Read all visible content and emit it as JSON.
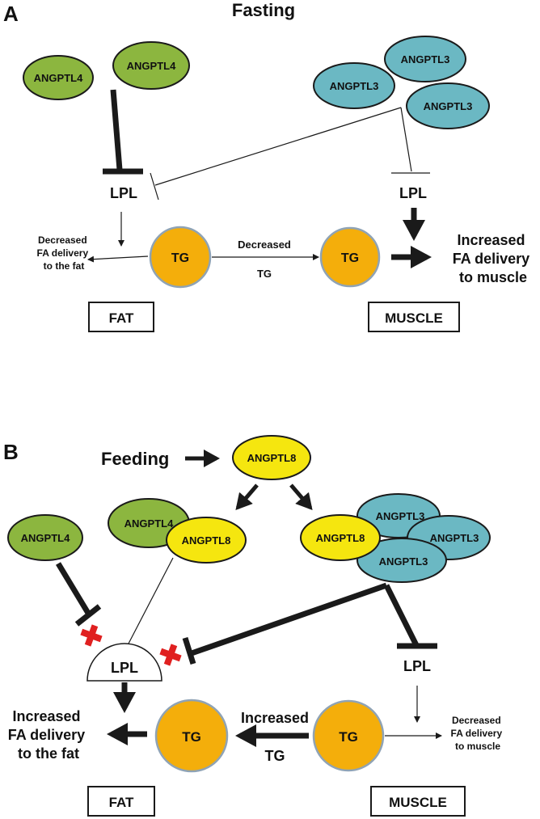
{
  "panel_a": {
    "panel_letter": "A",
    "title": "Fasting",
    "angptl4_1": "ANGPTL4",
    "angptl4_2": "ANGPTL4",
    "angptl3_1": "ANGPTL3",
    "angptl3_2": "ANGPTL3",
    "angptl3_3": "ANGPTL3",
    "lpl_fat": "LPL",
    "lpl_muscle": "LPL",
    "tg_fat": "TG",
    "tg_muscle": "TG",
    "decreased_tg_line1": "Decreased",
    "decreased_tg_line2": "TG",
    "fat_delivery": [
      "Decreased",
      "FA delivery",
      "to the fat"
    ],
    "muscle_delivery": [
      "Increased",
      "FA delivery",
      "to muscle"
    ],
    "fat_box": "FAT",
    "muscle_box": "MUSCLE"
  },
  "panel_b": {
    "panel_letter": "B",
    "feeding": "Feeding",
    "angptl8_top": "ANGPTL8",
    "angptl4_solo": "ANGPTL4",
    "angptl4_complex": "ANGPTL4",
    "angptl8_left": "ANGPTL8",
    "angptl8_right": "ANGPTL8",
    "angptl3_1": "ANGPTL3",
    "angptl3_2": "ANGPTL3",
    "angptl3_3": "ANGPTL3",
    "lpl_fat": "LPL",
    "lpl_muscle": "LPL",
    "tg_fat": "TG",
    "tg_muscle": "TG",
    "increased_tg_line1": "Increased",
    "increased_tg_line2": "TG",
    "fat_delivery": [
      "Increased",
      "FA delivery",
      "to the fat"
    ],
    "muscle_delivery": [
      "Decreased",
      "FA delivery",
      "to muscle"
    ],
    "fat_box": "FAT",
    "muscle_box": "MUSCLE"
  },
  "colors": {
    "angptl4": "#8cb63f",
    "angptl3": "#6bb8c3",
    "angptl8": "#f5e60f",
    "tg": "#f4ae0b",
    "block_mark": "#e02020"
  }
}
